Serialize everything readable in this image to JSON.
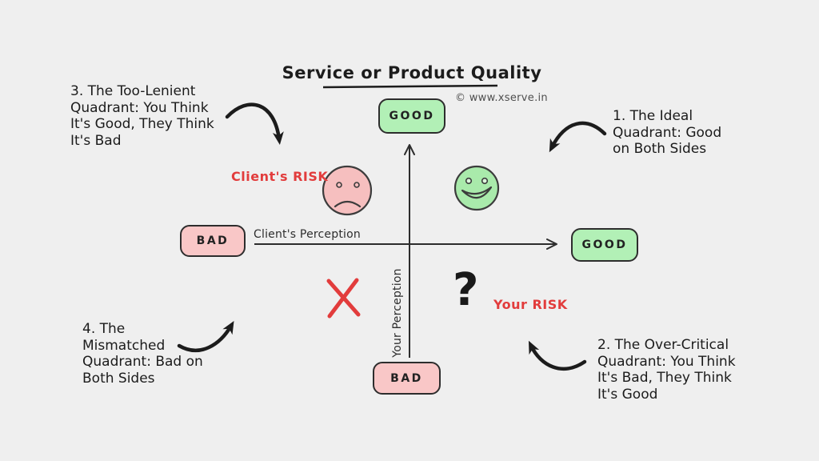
{
  "title": "Service or Product Quality",
  "watermark": "© www.xserve.in",
  "axes": {
    "x_label": "Client's Perception",
    "y_label": "Your Perception"
  },
  "endpoints": {
    "top": "GOOD",
    "right": "GOOD",
    "left": "BAD",
    "bottom": "BAD"
  },
  "risk_labels": {
    "client": "Client's RISK",
    "you": "Your RISK"
  },
  "marks": {
    "question": "?"
  },
  "notes": {
    "ideal": "1. The Ideal\nQuadrant: Good\non Both Sides",
    "overcritical": "2. The Over-Critical\nQuadrant: You Think\nIt's Bad, They Think\nIt's Good",
    "toolenient": "3. The Too-Lenient\nQuadrant: You Think\nIt's Good, They Think\nIt's Bad",
    "mismatched": "4. The\nMismatched\nQuadrant: Bad on\nBoth Sides"
  },
  "colors": {
    "background": "#efefef",
    "good_fill": "#b2f0b6",
    "bad_fill": "#f9c7c7",
    "happy_face_fill": "#a9eaab",
    "sad_face_fill": "#f6bfbf",
    "outline": "#2d2d2d",
    "ink_black": "#1c1c1c",
    "risk_red": "#e23c3c",
    "watermark_gray": "#4e4e4e"
  }
}
